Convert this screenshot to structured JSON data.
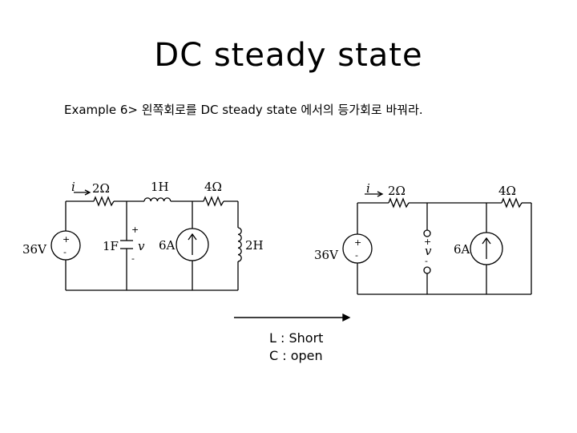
{
  "slide": {
    "title": "DC steady state",
    "subtitle": "Example 6> 왼쪽회로를  DC steady state 에서의 등가회로 바꿔라."
  },
  "notes": {
    "line1": "L : Short",
    "line2": "C : open"
  },
  "left_circuit": {
    "source": "36V",
    "current": "i",
    "r1": "2Ω",
    "inductor1": "1H",
    "r2": "4Ω",
    "capacitor": "1F",
    "voltage": "v",
    "current_source": "6A",
    "inductor2": "2H",
    "plus": "+",
    "minus": "-"
  },
  "right_circuit": {
    "source": "36V",
    "current": "i",
    "r1": "2Ω",
    "r2": "4Ω",
    "voltage": "v",
    "current_source": "6A",
    "plus": "+",
    "minus": "-"
  }
}
